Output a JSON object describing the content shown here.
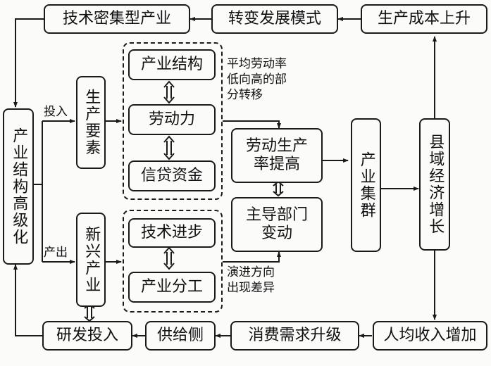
{
  "top_row": {
    "tech_intensive": "技术密集型产业",
    "transform_mode": "转变发展模式",
    "cost_rise": "生产成本上升"
  },
  "left": {
    "upgrading": "产业结构高级化",
    "input_label": "投入",
    "output_label": "产出"
  },
  "factors": {
    "production_factors": "生产要素",
    "emerging_industry": "新兴产业"
  },
  "group_upper": {
    "items": [
      "产业结构",
      "劳动力",
      "信贷资金"
    ],
    "note": "平均劳动率\n低向高的部\n分转移"
  },
  "group_lower": {
    "items": [
      "技术进步",
      "产业分工"
    ],
    "note": "演进方向\n出现差异"
  },
  "middle": {
    "productivity": "劳动生产\n率提高",
    "leading_sector": "主导部门\n变动",
    "cluster": "产业集群",
    "county_growth": "县域经济增长"
  },
  "bottom_row": {
    "rd_investment": "研发投入",
    "supply_side": "供给侧",
    "consumption": "消费需求升级",
    "income": "人均收入增加"
  }
}
